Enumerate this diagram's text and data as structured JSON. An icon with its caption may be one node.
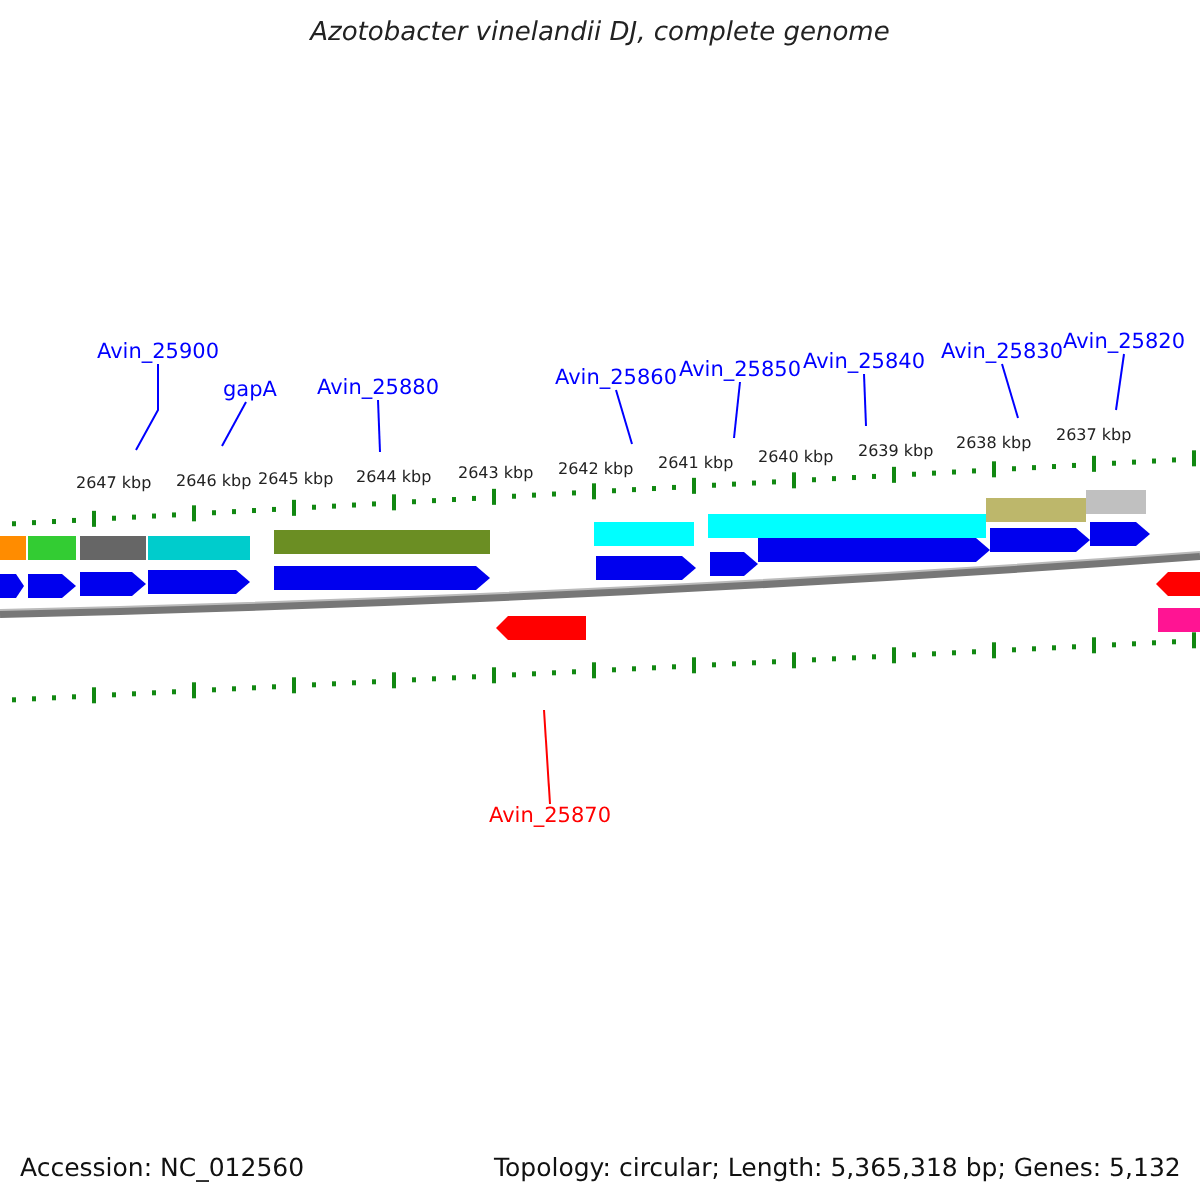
{
  "diagram": {
    "title": "Azotobacter vinelandii DJ, complete genome",
    "nodes": [
      {
        "text": [
          "Avin_25900"
        ]
      },
      {
        "text": [
          "gapA"
        ]
      },
      {
        "text": [
          "Avin_25880"
        ]
      },
      {
        "text": [
          "Avin_25860"
        ]
      },
      {
        "text": [
          "Avin_25850"
        ]
      },
      {
        "text": [
          "Avin_25840"
        ]
      },
      {
        "text": [
          "Avin_25830"
        ]
      },
      {
        "text": [
          "Avin_25820"
        ]
      },
      {
        "text": [
          "Avin_25870"
        ]
      }
    ],
    "edges": [
      {
        "from": 0,
        "to": null,
        "arrow": "none"
      },
      {
        "from": 1,
        "to": null,
        "arrow": "none"
      },
      {
        "from": 2,
        "to": null,
        "arrow": "none"
      },
      {
        "from": 3,
        "to": null,
        "arrow": "none"
      },
      {
        "from": 4,
        "to": null,
        "arrow": "none"
      },
      {
        "from": 5,
        "to": null,
        "arrow": "none"
      },
      {
        "from": 6,
        "to": null,
        "arrow": "none"
      },
      {
        "from": 7,
        "to": null,
        "arrow": "none"
      },
      {
        "from": 8,
        "to": null,
        "arrow": "none",
        "color": "#ff0000"
      }
    ],
    "labels": [
      "2647 kbp",
      "2646 kbp",
      "2645 kbp",
      "2644 kbp",
      "2643 kbp",
      "2642 kbp",
      "2641 kbp",
      "2640 kbp",
      "2639 kbp",
      "2638 kbp",
      "2637 kbp",
      "Accession: NC_012560",
      "Topology: circular; Length: 5,365,318 bp; Genes: 5,132"
    ]
  }
}
